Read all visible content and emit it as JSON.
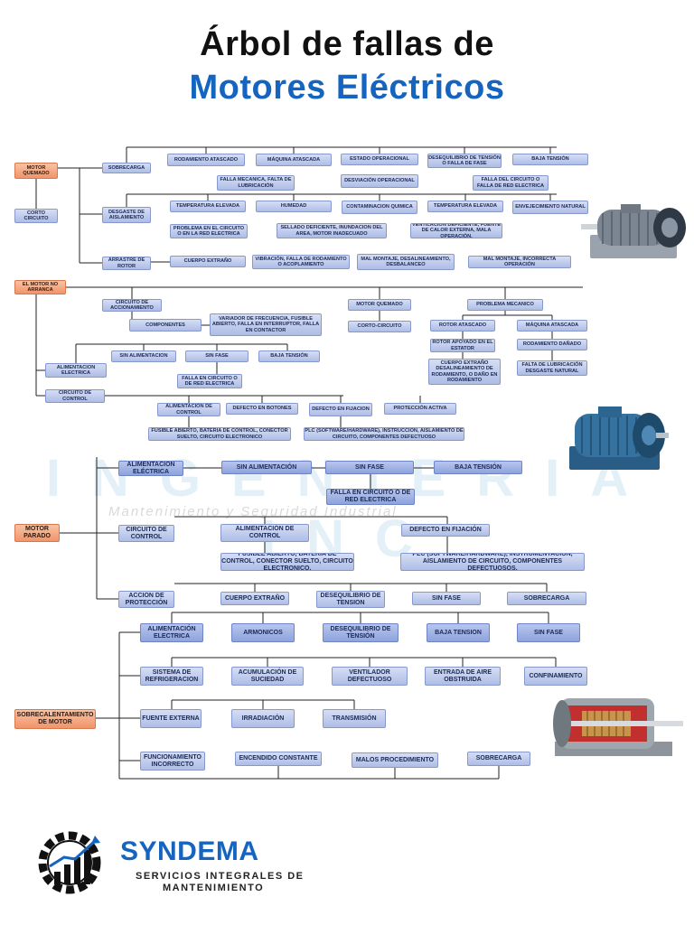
{
  "title_line1": "Árbol de fallas de",
  "title_line2": "Motores Eléctricos",
  "watermark": {
    "main": "INGENIERIA INC",
    "sub": "Mantenimiento y Seguridad Industrial"
  },
  "logo": {
    "name": "SYNDEMA",
    "subtitle1": "SERVICIOS INTEGRALES DE",
    "subtitle2": "MANTENIMIENTO"
  },
  "colors": {
    "title_blue": "#1565c0",
    "box_blue": "#aebde6",
    "box_orange": "#f0946a",
    "line": "#222222"
  },
  "nodes": [
    {
      "id": "motor-quemado",
      "text": "MOTOR QUEMADO",
      "style": "o"
    },
    {
      "id": "corto-circuito",
      "text": "CORTO CIRCUITO",
      "style": "b"
    },
    {
      "id": "sobrecarga-1",
      "text": "SOBRECARGA",
      "style": "b"
    },
    {
      "id": "desgaste-aislamiento",
      "text": "DESGASTE DE AISLAMIENTO",
      "style": "b"
    },
    {
      "id": "arrastre-rotor",
      "text": "ARRASTRE DE ROTOR",
      "style": "b"
    },
    {
      "id": "rodamiento-atascado-1",
      "text": "RODAMIENTO ATASCADO",
      "style": "b"
    },
    {
      "id": "maquina-atascada-1",
      "text": "MÁQUINA ATASCADA",
      "style": "b"
    },
    {
      "id": "estado-operacional",
      "text": "ESTADO OPERACIONAL",
      "style": "b"
    },
    {
      "id": "desequilibrio-tension-1",
      "text": "DESEQUILIBRIO DE TENSIÓN O FALLA DE FASE",
      "style": "b"
    },
    {
      "id": "baja-tension-1",
      "text": "BAJA TENSIÓN",
      "style": "b"
    },
    {
      "id": "falla-mecanica",
      "text": "FALLA MECANICA, FALTA DE LUBRICACIÓN",
      "style": "b"
    },
    {
      "id": "desviacion-operacional",
      "text": "DESVIACIÓN OPERACIONAL",
      "style": "b"
    },
    {
      "id": "falla-circuito-1",
      "text": "FALLA DEL CIRCUITO O FALLA DE RED ELECTRICA",
      "style": "b"
    },
    {
      "id": "temperatura-elevada-1",
      "text": "TEMPERATURA ELEVADA",
      "style": "b"
    },
    {
      "id": "humedad",
      "text": "HUMEDAD",
      "style": "b"
    },
    {
      "id": "contaminacion-quimica",
      "text": "CONTAMINACION QUIMICA",
      "style": "b"
    },
    {
      "id": "temperatura-elevada-2",
      "text": "TEMPERATURA ELEVADA",
      "style": "b"
    },
    {
      "id": "envejecimiento-natural",
      "text": "ENVEJECIMIENTO NATURAL",
      "style": "b"
    },
    {
      "id": "problema-circuito",
      "text": "PROBLEMA EN EL CIRCUITO O EN LA RED ELECTRICA",
      "style": "b"
    },
    {
      "id": "sellado-deficiente",
      "text": "SELLADO DEFICIENTE, INUNDACION DEL AREA, MOTOR INADECUADO",
      "style": "b"
    },
    {
      "id": "ventilacion-deficiente",
      "text": "VENTILACIÓN DEFICIENTE, FUENTE DE CALOR EXTERNA, MALA OPERACIÓN.",
      "style": "b"
    },
    {
      "id": "cuerpo-extrano-1",
      "text": "CUERPO EXTRAÑO",
      "style": "b"
    },
    {
      "id": "vibracion",
      "text": "VIBRACIÓN, FALLA DE RODAMIENTO O ACOPLAMIENTO",
      "style": "b"
    },
    {
      "id": "mal-montaje-1",
      "text": "MAL MONTAJE, DESALINEAMIENTO, DESBALANCEO",
      "style": "b"
    },
    {
      "id": "mal-montaje-2",
      "text": "MAL MONTAJE, INCORRECTA OPERACIÓN",
      "style": "b"
    },
    {
      "id": "motor-no-arranca",
      "text": "EL MOTOR NO ARRANCA",
      "style": "o"
    },
    {
      "id": "circuito-accionamiento",
      "text": "CIRCUITO DE ACCIONAMIENTO",
      "style": "b"
    },
    {
      "id": "componentes",
      "text": "COMPONENTES",
      "style": "b"
    },
    {
      "id": "variador-frecuencia",
      "text": "VARIADOR DE FRECUENCIA, FUSIBLE ABIERTO, FALLA EN INTERRUPTOR, FALLA EN CONTACTOR",
      "style": "b"
    },
    {
      "id": "motor-quemado-2",
      "text": "MOTOR QUEMADO",
      "style": "b"
    },
    {
      "id": "corto-circuito-2",
      "text": "CORTO-CIRCUITO",
      "style": "b"
    },
    {
      "id": "problema-mecanico",
      "text": "PROBLEMA MECANICO",
      "style": "b"
    },
    {
      "id": "rotor-atascado",
      "text": "ROTOR ATASCADO",
      "style": "b"
    },
    {
      "id": "maquina-atascada-2",
      "text": "MÁQUINA ATASCADA",
      "style": "b"
    },
    {
      "id": "rotor-apoyado",
      "text": "ROTOR APOYADO EN EL ESTATOR",
      "style": "b"
    },
    {
      "id": "rodamiento-danado",
      "text": "RODAMIENTO DAÑADO",
      "style": "b"
    },
    {
      "id": "cuerpo-extrano-desalineamiento",
      "text": "CUERPO EXTRAÑO DESALINEAMIENTO DE RODAMIENTO, O DAÑO EN RODAMIENTO",
      "style": "b"
    },
    {
      "id": "falta-lubricacion",
      "text": "FALTA DE LUBRICACIÓN DESGASTE NATURAL",
      "style": "b"
    },
    {
      "id": "sin-alimentacion-1",
      "text": "SIN ALIMENTACION",
      "style": "b"
    },
    {
      "id": "sin-fase-1",
      "text": "SIN FASE",
      "style": "b"
    },
    {
      "id": "baja-tension-2",
      "text": "BAJA TENSIÓN",
      "style": "b"
    },
    {
      "id": "alimentacion-electrica-1",
      "text": "ALIMENTACION ELECTRICA",
      "style": "b"
    },
    {
      "id": "falla-circuito-2",
      "text": "FALLA EN CIRCUITO O DE RED ELECTRICA",
      "style": "b"
    },
    {
      "id": "circuito-control-1",
      "text": "CIRCUITO DE CONTROL",
      "style": "b"
    },
    {
      "id": "alimentacion-control-1",
      "text": "ALIMENTACIÓN DE CONTROL",
      "style": "b"
    },
    {
      "id": "defecto-botones",
      "text": "DEFECTO EN BOTONES",
      "style": "b"
    },
    {
      "id": "defecto-fijacion-1",
      "text": "DEFECTO EN FIJACION",
      "style": "b"
    },
    {
      "id": "proteccion-activa",
      "text": "PROTECCIÓN ACTIVA",
      "style": "b"
    },
    {
      "id": "fusible-abierto-1",
      "text": "FUSIBLE ABIERTO, BATERIA DE CONTROL, CONECTOR SUELTO, CIRCUITO ELECTRONICO",
      "style": "b"
    },
    {
      "id": "plc-1",
      "text": "PLC (SOFTWARE/HARDWARE), INSTRUCCIÓN, AISLAMIENTO DE CIRCUITO, COMPONENTES DEFECTUOSO",
      "style": "b"
    },
    {
      "id": "alimentacion-electrica-2",
      "text": "ALIMENTACIÓN ELÉCTRICA",
      "style": "bd"
    },
    {
      "id": "sin-alimentacion-2",
      "text": "SIN ALIMENTACIÓN",
      "style": "bd"
    },
    {
      "id": "sin-fase-2",
      "text": "SIN FASE",
      "style": "bd"
    },
    {
      "id": "baja-tension-3",
      "text": "BAJA TENSIÓN",
      "style": "bd"
    },
    {
      "id": "falla-circuito-3",
      "text": "FALLA EN CIRCUITO O DE RED ELECTRICA",
      "style": "bd"
    },
    {
      "id": "motor-parado",
      "text": "MOTOR PARADO",
      "style": "o"
    },
    {
      "id": "circuito-control-2",
      "text": "CIRCUITO DE CONTROL",
      "style": "b"
    },
    {
      "id": "alimentacion-control-2",
      "text": "ALIMENTACIÓN DE CONTROL",
      "style": "b"
    },
    {
      "id": "defecto-fijacion-2",
      "text": "DEFECTO EN FIJACIÓN",
      "style": "b"
    },
    {
      "id": "fusible-abierto-2",
      "text": "FUSIBLE ABIERTO, BATERIA DE CONTROL, CONECTOR SUELTO, CIRCUITO ELECTRONICO.",
      "style": "b"
    },
    {
      "id": "plc-2",
      "text": "PLC (SOFTWARE/HARDWARE), INSTRUMENTACIÓN, AISLAMIENTO DE CIRCUITO, COMPONENTES DEFECTUOSOS.",
      "style": "b"
    },
    {
      "id": "accion-proteccion",
      "text": "ACCION DE PROTECCIÓN",
      "style": "b"
    },
    {
      "id": "cuerpo-extrano-2",
      "text": "CUERPO EXTRAÑO",
      "style": "b"
    },
    {
      "id": "desequilibrio-tension-2",
      "text": "DESEQUILIBRIO DE TENSION",
      "style": "b"
    },
    {
      "id": "sin-fase-3",
      "text": "SIN FASE",
      "style": "b"
    },
    {
      "id": "sobrecarga-2",
      "text": "SOBRECARGA",
      "style": "b"
    },
    {
      "id": "alimentacion-electrica-3",
      "text": "ALIMENTACIÓN ELECTRICA",
      "style": "bd"
    },
    {
      "id": "armonicos",
      "text": "ARMONICOS",
      "style": "bd"
    },
    {
      "id": "desequilibrio-tension-3",
      "text": "DESEQUILIBRIO DE TENSIÓN",
      "style": "bd"
    },
    {
      "id": "baja-tension-4",
      "text": "BAJA TENSION",
      "style": "bd"
    },
    {
      "id": "sin-fase-4",
      "text": "SIN FASE",
      "style": "bd"
    },
    {
      "id": "sobrecalentamiento",
      "text": "SOBRECALENTAMIENTO DE MOTOR",
      "style": "o"
    },
    {
      "id": "sistema-refrigeracion",
      "text": "SISTEMA DE REFRIGERACION",
      "style": "b"
    },
    {
      "id": "acumulacion-suciedad",
      "text": "ACUMULACIÓN DE SUCIEDAD",
      "style": "b"
    },
    {
      "id": "ventilador-defectuoso",
      "text": "VENTILADOR DEFECTUOSO",
      "style": "b"
    },
    {
      "id": "entrada-aire",
      "text": "ENTRADA DE AIRE OBSTRUIDA",
      "style": "b"
    },
    {
      "id": "confinamiento",
      "text": "CONFINAMIENTO",
      "style": "b"
    },
    {
      "id": "fuente-externa",
      "text": "FUENTE EXTERNA",
      "style": "b"
    },
    {
      "id": "irradiacion",
      "text": "IRRADIACIÓN",
      "style": "b"
    },
    {
      "id": "transmision",
      "text": "TRANSMISIÓN",
      "style": "b"
    },
    {
      "id": "funcionamiento-incorrecto",
      "text": "FUNCIONAMIENTO INCORRECTO",
      "style": "b"
    },
    {
      "id": "encendido-constante",
      "text": "ENCENDIDO CONSTANTE",
      "style": "b"
    },
    {
      "id": "malos-procedimiento",
      "text": "MALOS PROCEDIMIENTO",
      "style": "b"
    },
    {
      "id": "sobrecarga-3",
      "text": "SOBRECARGA",
      "style": "b"
    }
  ]
}
